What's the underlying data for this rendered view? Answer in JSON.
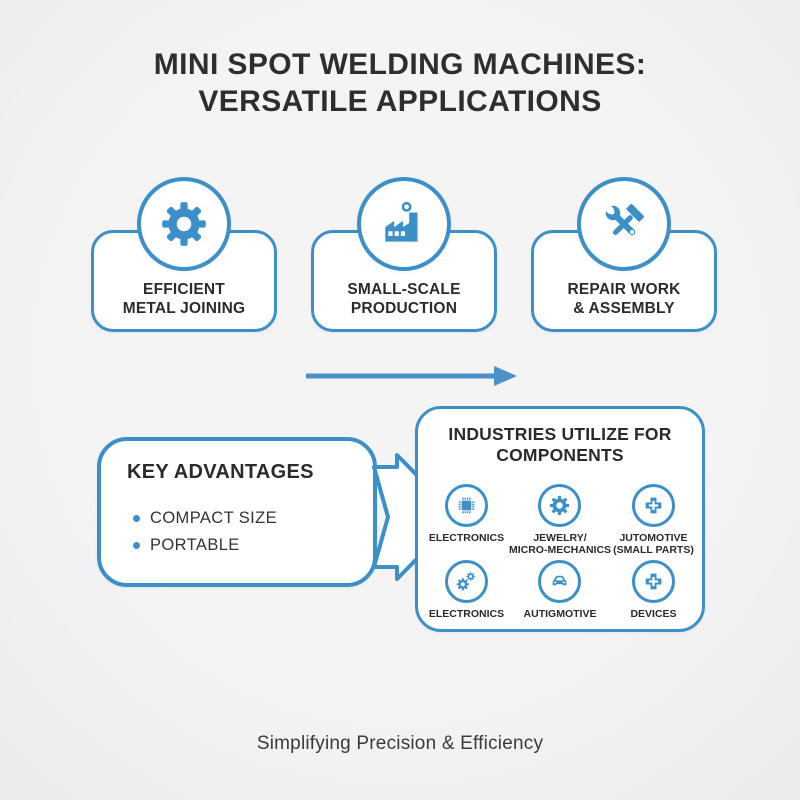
{
  "title": {
    "line1": "MINI SPOT WELDING MACHINES:",
    "line2": "VERSATILE APPLICATIONS"
  },
  "feature_cards": [
    {
      "icon": "gear-icon",
      "line1": "EFFICIENT",
      "line2": "METAL JOINING"
    },
    {
      "icon": "factory-icon",
      "line1": "SMALL-SCALE",
      "line2": "PRODUCTION"
    },
    {
      "icon": "wrench-hammer-icon",
      "line1": "REPAIR WORK",
      "line2": "& ASSEMBLY"
    }
  ],
  "advantages": {
    "title": "KEY ADVANTAGES",
    "items": [
      "COMPACT SIZE",
      "PORTABLE"
    ]
  },
  "industries": {
    "title_line1": "INDUSTRIES UTILIZE FOR",
    "title_line2": "COMPONENTS",
    "items": [
      {
        "icon": "microchip-icon",
        "line1": "ELECTRONICS",
        "line2": ""
      },
      {
        "icon": "gear-icon",
        "line1": "JEWELRY/",
        "line2": "MICRO-MECHANICS"
      },
      {
        "icon": "medical-cross-icon",
        "line1": "JUTOMOTIVE",
        "line2": "(SMALL PARTS)"
      },
      {
        "icon": "gears-icon",
        "line1": "ELECTRONICS",
        "line2": ""
      },
      {
        "icon": "car-icon",
        "line1": "AUTIGMOTIVE",
        "line2": ""
      },
      {
        "icon": "medical-cross-icon",
        "line1": "DEVICES",
        "line2": ""
      }
    ]
  },
  "footer": "Simplifying Precision & Efficiency",
  "colors": {
    "accent_blue": "#3d8fc8",
    "arrow_blue": "#4a90c9",
    "text_dark": "#2e2e30",
    "background": "#f1f1f2",
    "card_background": "#ffffff"
  }
}
